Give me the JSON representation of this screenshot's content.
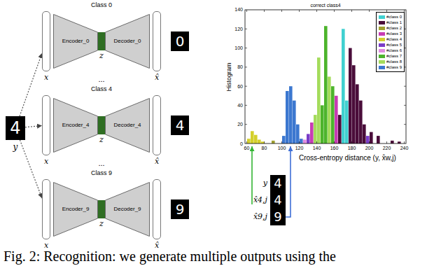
{
  "diagram": {
    "caption": "Fig. 2: Recognition: we generate multiple outputs using the",
    "nodes": [
      {
        "text": [
          "4"
        ]
      },
      {
        "text": [
          "x"
        ]
      },
      {
        "text": [
          "Encoder_0"
        ]
      },
      {
        "text": [
          "z"
        ]
      },
      {
        "text": [
          "Decoder_0"
        ]
      },
      {
        "text": [
          "x̂"
        ]
      },
      {
        "text": [
          "0"
        ]
      },
      {
        "text": [
          "x"
        ]
      },
      {
        "text": [
          "Encoder_4"
        ]
      },
      {
        "text": [
          "z"
        ]
      },
      {
        "text": [
          "Decoder_4"
        ]
      },
      {
        "text": [
          "x̂"
        ]
      },
      {
        "text": [
          "4"
        ]
      },
      {
        "text": [
          "x"
        ]
      },
      {
        "text": [
          "Encoder_9"
        ]
      },
      {
        "text": [
          "z"
        ]
      },
      {
        "text": [
          "Decoder_9"
        ]
      },
      {
        "text": [
          "x̂"
        ]
      },
      {
        "text": [
          "9"
        ]
      },
      {
        "text": [
          "4",
          "4",
          "9"
        ]
      }
    ],
    "edges": [
      {
        "from": 0,
        "to": 1,
        "arrow": "to"
      },
      {
        "from": 0,
        "to": 7,
        "arrow": "to"
      },
      {
        "from": 0,
        "to": 13,
        "arrow": "to"
      }
    ],
    "labels": [
      "Class 0",
      "...",
      "Class 4",
      "...",
      "Class 9",
      "y",
      "correct class4",
      "Histogram",
      "Cross-entropy distance (y, x̂w,j)",
      "60",
      "80",
      "100",
      "120",
      "140",
      "160",
      "180",
      "200",
      "220",
      "240",
      "0",
      "20",
      "40",
      "60",
      "80",
      "100",
      "120",
      "140",
      "y",
      "x̂4,j",
      "x̂9,j"
    ],
    "legend": [
      {
        "text": "#class 0",
        "color": "#40d0d0"
      },
      {
        "text": "#class 1",
        "color": "#4a0d3a"
      },
      {
        "text": "#class 2",
        "color": "#a0a030"
      },
      {
        "text": "#class 3",
        "color": "#c83cb4"
      },
      {
        "text": "#class 4",
        "color": "#d4d02c"
      },
      {
        "text": "#class 5",
        "color": "#7a3cc8"
      },
      {
        "text": "#class 6",
        "color": "#e08ce0"
      },
      {
        "text": "#class 7",
        "color": "#4cb42c"
      },
      {
        "text": "#class 8",
        "color": "#a4dc5c"
      },
      {
        "text": "#class 9",
        "color": "#3c78d0"
      }
    ]
  }
}
